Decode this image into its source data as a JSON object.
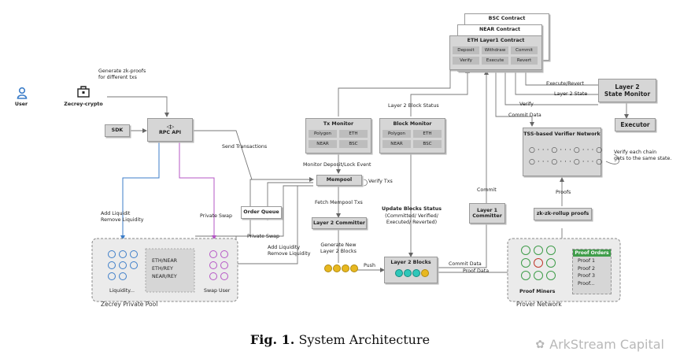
{
  "contracts": {
    "bsc": "BSC Contract",
    "near": "NEAR Contract",
    "eth": "ETH Layer1 Contract",
    "buttons": [
      "Deposit",
      "Withdraw",
      "Commit",
      "Verify",
      "Execute",
      "Revert"
    ]
  },
  "user": "User",
  "zecrey_crypto": "Zecrey-crypto",
  "zk_note": "Generate zk-proofs\nfor different txs",
  "sdk": "SDK",
  "rpc_api": "RPC API",
  "send_transactions": "Send Transactions",
  "tx_monitor": {
    "title": "Tx Monitor",
    "chips": [
      "Polygon",
      "ETH",
      "NEAR",
      "BSC"
    ]
  },
  "block_monitor": {
    "title": "Block Monitor",
    "chips": [
      "Polygon",
      "ETH",
      "NEAR",
      "BSC"
    ]
  },
  "layer2_block_status": "Layer 2 Block Status",
  "monitor_deposit": "Monitor Deposit/Lock Event",
  "mempool": "Mempool",
  "verify_txs": "Verify Txs",
  "fetch_mempool": "Fetch Mempool Txs",
  "order_queue": "Order Queue",
  "private_swap_1": "Private Swap",
  "private_swap_2": "Private Swap",
  "add_remove_1": "Add Liquidit\nRemove Liquidity",
  "add_remove_2": "Add Liquidity\nRemove Liquidity",
  "layer2_committer": "Layer 2 Committer",
  "generate_new": "Generate New\nLayer 2 Blocks",
  "push": "Push",
  "layer2_blocks": "Layer 2 Blocks",
  "update_status": "Update Blocks Status",
  "update_status_detail": "(Committed/ Verified/\nExecuted/ Reverted)",
  "layer1_committer": "Layer 1\nCommitter",
  "commit": "Commit",
  "commit_data_1": "Commit Data",
  "commit_data_2": "Commit Data",
  "proof_data": "Proof Data",
  "execute_revert": "Execute/Revert",
  "layer2_state": "Layer 2 State",
  "verify": "Verify",
  "state_monitor": "Layer 2\nState Monitor",
  "executor": "Executor",
  "tss": "TSS-based Verifier Network",
  "verify_note": "Verify each chain\ngets to the same state.",
  "proofs": "Proofs",
  "zk_rollup": "zk-zk-rollup proofs",
  "proof_orders": {
    "title": "Proof Orders",
    "items": [
      "Proof 1",
      "Proof 2",
      "Proof 3",
      "Proof..."
    ]
  },
  "proof_miners": "Proof Miners",
  "prover_network": "Prover Network",
  "pool": {
    "pairs": [
      "ETH/NEAR",
      "ETH/REY",
      "NEAR/REY"
    ],
    "liquidity": "Liquidity...",
    "swap_user": "Swap User",
    "name": "Zecrey Private Pool"
  },
  "caption": {
    "label": "Fig. 1.",
    "text": "System Architecture"
  },
  "watermark": "ArkStream Capital",
  "colors": {
    "blue": "#3d7ec9",
    "purple": "#b657c6",
    "green": "#3f9d4a",
    "red": "#c0392b",
    "teal": "#2ec7b9",
    "gold": "#e8b820"
  }
}
